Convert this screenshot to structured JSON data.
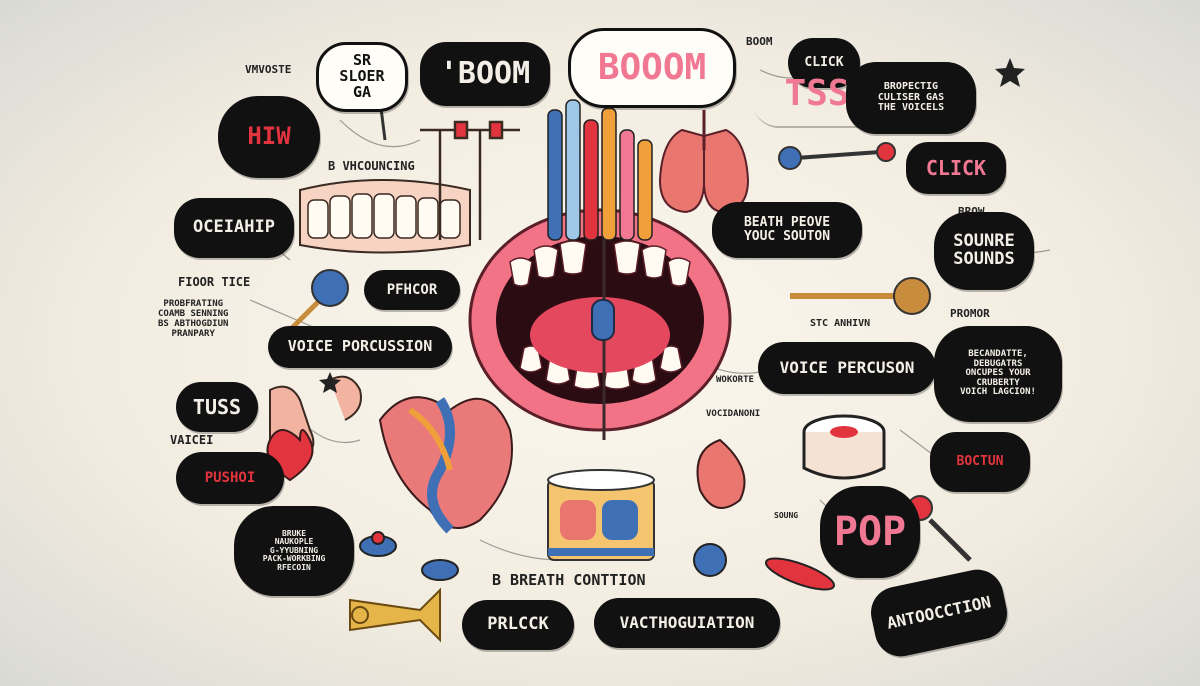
{
  "colors": {
    "background": "#f4efe5",
    "bubble": "#111111",
    "accent_red": "#e2343f",
    "accent_pink": "#f07893",
    "accent_blue": "#3f6fb5",
    "accent_orange": "#f0a03a"
  },
  "labels": {
    "boom_quote": "'BOOM",
    "boom_pink": "BOOOM",
    "boom_small": "BOOM",
    "click_small": "CLICK",
    "tss": "TSS",
    "click": "CLICK",
    "vmoste": "VMVOSTE",
    "sr_ga": "SR  SLOER\nGA",
    "hiw": "HIW",
    "vhcouncing": "B VHCOUNCING",
    "beath_pedve": "BEATH PEOVE\nYOUC SOUTON",
    "brown": "BROW",
    "bropectig": "BROPECTIG\nCULISER GAS\nTHE VOICELS",
    "source_sounds": "SOUNRE\nSOUNDS",
    "oceiahip": "OCEIAHIP",
    "fioor_tice": "FIOOR TICE",
    "pfhcor": "PFHCOR",
    "probfrating": "PROBFRATING\nCOAMB SENNING\nBS ABTHOGDIUN\nPRANPARY",
    "voice_porcussion": "VOICE PORCUSSION",
    "ste_anhivn": "STC ANHIVN",
    "promor": "PROMOR",
    "voice_percuson": "VOICE PERCUSON",
    "becandatte": "BECANDATTE,\nDEBUGATRS\nONCUPES YOUR\nCRUBERTY\nVOICH LAGCION!",
    "tuss": "TUSS",
    "vaicei": "VAICEI",
    "pushoi": "PUSHOI",
    "bruke": "BRUKE\nNAUKOPLE\nG-YYUBNING\nPACK-WORKBING\nRFECOIN",
    "bostun": "BOCTUN",
    "breath_control": "B BREATH CONTTION",
    "prlcck": "PRLCCK",
    "vacthoguiation": "VACTHOGUIATION",
    "pop": "POP",
    "antoocction": "ANTOOCCTION",
    "wokorte": "WOKORTE",
    "soung": "SOUNG",
    "vocidanoni": "VOCIDANONI"
  }
}
